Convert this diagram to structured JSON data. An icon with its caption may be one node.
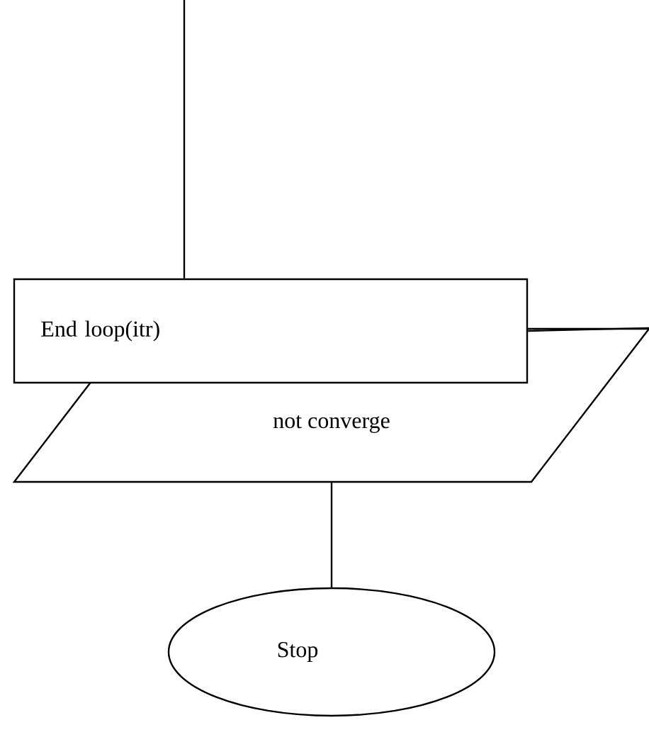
{
  "diagram": {
    "nodes": [
      {
        "text": [
          "End loop(itr)"
        ]
      },
      {
        "text": [
          "not converge"
        ]
      },
      {
        "text": [
          "Stop"
        ]
      }
    ],
    "edges": [
      {
        "from": null,
        "to": 0,
        "arrow": "none"
      },
      {
        "from": 0,
        "to": 1,
        "arrow": "none"
      },
      {
        "from": 1,
        "to": 2,
        "arrow": "none"
      }
    ]
  }
}
